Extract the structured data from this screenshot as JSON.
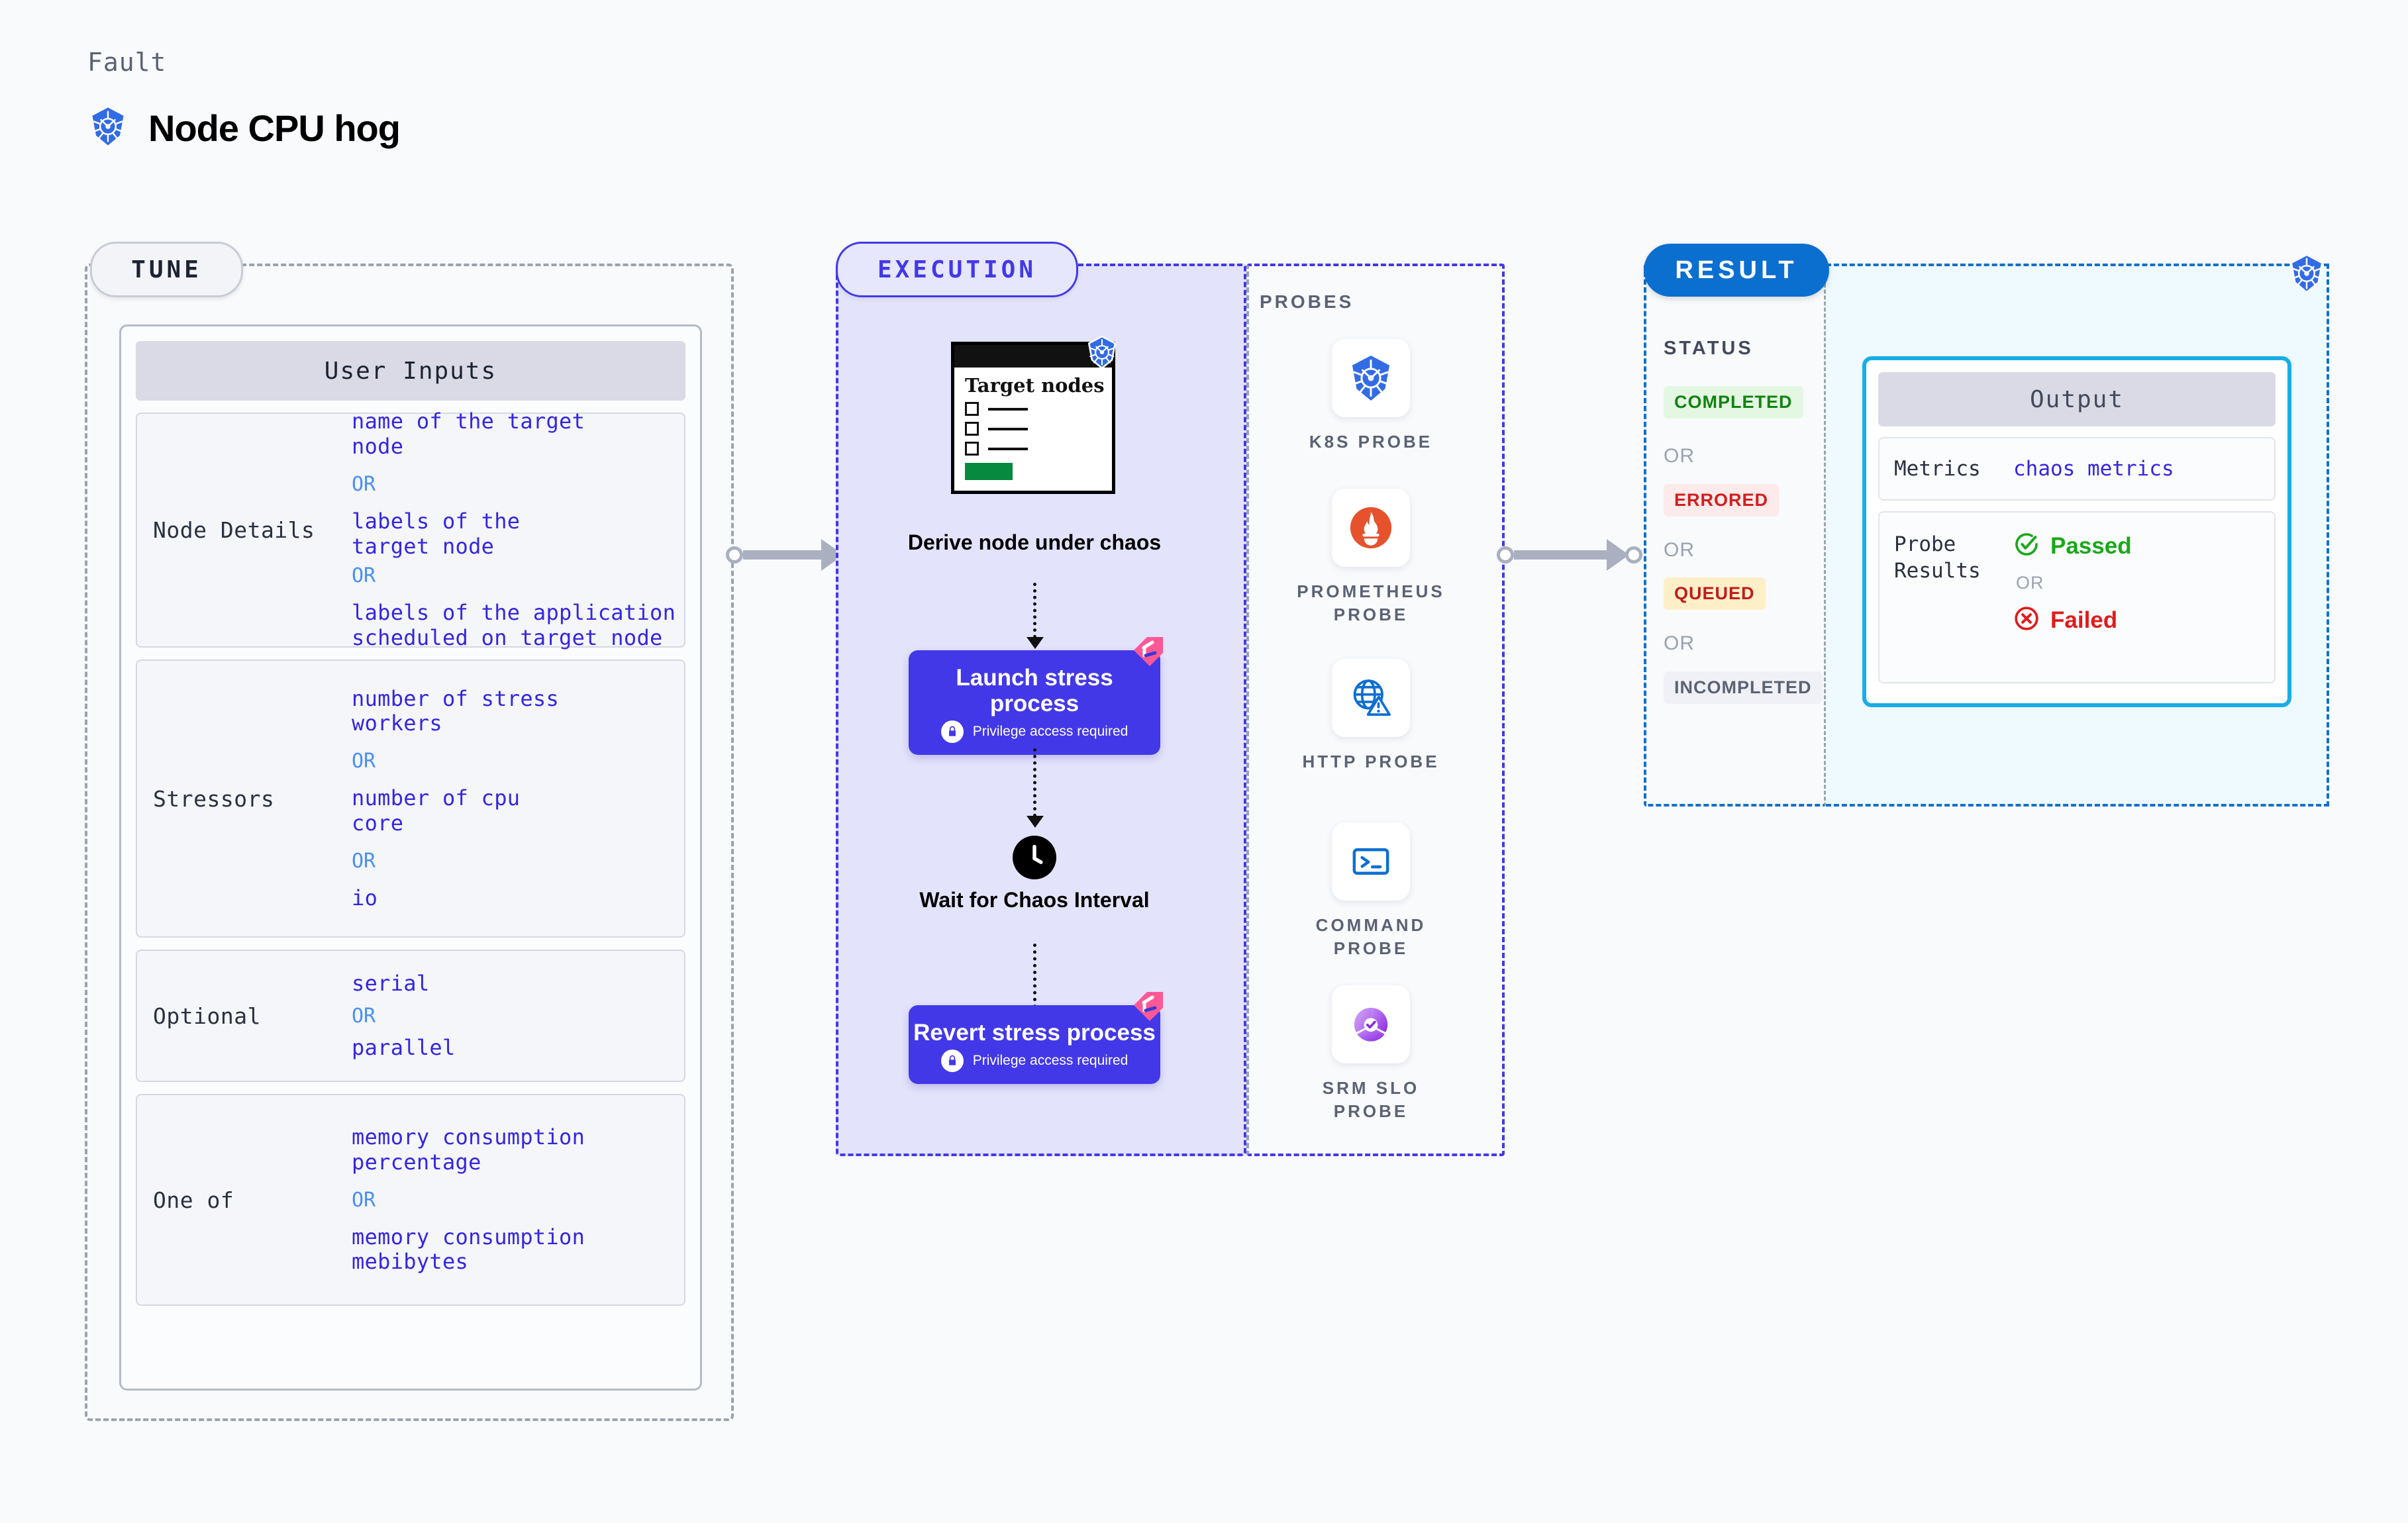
{
  "header": {
    "eyebrow": "Fault",
    "title": "Node CPU hog",
    "logo_icon": "kubernetes-icon"
  },
  "tune": {
    "pill_label": "TUNE",
    "card_title": "User Inputs",
    "rows": [
      {
        "label": "Node Details",
        "options": [
          "name of the target\nnode",
          "labels of the\ntarget node",
          "labels of the application\n scheduled on target node"
        ],
        "separator": "OR"
      },
      {
        "label": "Stressors",
        "options": [
          "number of stress\nworkers",
          "number of cpu\ncore",
          "io"
        ],
        "separator": "OR"
      },
      {
        "label": "Optional",
        "options": [
          "serial",
          "parallel"
        ],
        "separator": "OR"
      },
      {
        "label": "One of",
        "options": [
          "memory consumption\npercentage",
          "memory consumption\nmebibytes"
        ],
        "separator": "OR"
      }
    ]
  },
  "execution": {
    "pill_label": "EXECUTION",
    "target_card": {
      "title": "Target\nnodes",
      "checkbox_count": 3,
      "icon": "kubernetes-icon"
    },
    "steps": [
      {
        "caption": "Derive node under\nchaos",
        "type": "card"
      },
      {
        "caption": "Launch stress\nprocess",
        "sub": "Privilege access required",
        "type": "purple",
        "lock_icon": "lock-icon",
        "badge_icon": "harness-chaos-icon"
      },
      {
        "caption": "Wait for Chaos\nInterval",
        "type": "clock",
        "icon": "clock-icon"
      },
      {
        "caption": "Revert stress\nprocess",
        "sub": "Privilege access required",
        "type": "purple",
        "lock_icon": "lock-icon",
        "badge_icon": "harness-chaos-icon"
      }
    ]
  },
  "probes": {
    "section_label": "PROBES",
    "items": [
      {
        "name": "K8S PROBE",
        "icon": "kubernetes-icon"
      },
      {
        "name": "PROMETHEUS\nPROBE",
        "icon": "prometheus-icon"
      },
      {
        "name": "HTTP PROBE",
        "icon": "globe-warning-icon"
      },
      {
        "name": "COMMAND\nPROBE",
        "icon": "terminal-icon"
      },
      {
        "name": "SRM SLO\nPROBE",
        "icon": "slo-donut-icon"
      }
    ]
  },
  "result": {
    "pill_label": "RESULT",
    "status_label": "STATUS",
    "separator": "OR",
    "statuses": [
      {
        "label": "COMPLETED",
        "bg": "#e4f7e3",
        "fg": "#128311"
      },
      {
        "label": "ERRORED",
        "bg": "#fdeaea",
        "fg": "#d02020"
      },
      {
        "label": "QUEUED",
        "bg": "#fdf0c8",
        "fg": "#c01c1c"
      },
      {
        "label": "INCOMPLETED",
        "bg": "#eff1f6",
        "fg": "#5b6274"
      }
    ],
    "corner_icon": "kubernetes-icon"
  },
  "output": {
    "card_title": "Output",
    "rows": [
      {
        "label": "Metrics",
        "value": "chaos metrics",
        "kind": "text"
      },
      {
        "label": "Probe\nResults",
        "kind": "probe-results",
        "passed": "Passed",
        "failed": "Failed",
        "separator": "OR",
        "passed_icon": "check-circle-icon",
        "failed_icon": "x-circle-icon",
        "passed_color": "#1aa81a",
        "failed_color": "#e01b1b"
      }
    ]
  },
  "connectors": [
    {
      "name": "tune-to-execution"
    },
    {
      "name": "execution-to-result"
    }
  ],
  "colors": {
    "purple": "#4338e8",
    "blue": "#0b6fd0",
    "cyan": "#17aee8",
    "pink": "#ff5896",
    "gray": "#9aa2b1"
  }
}
